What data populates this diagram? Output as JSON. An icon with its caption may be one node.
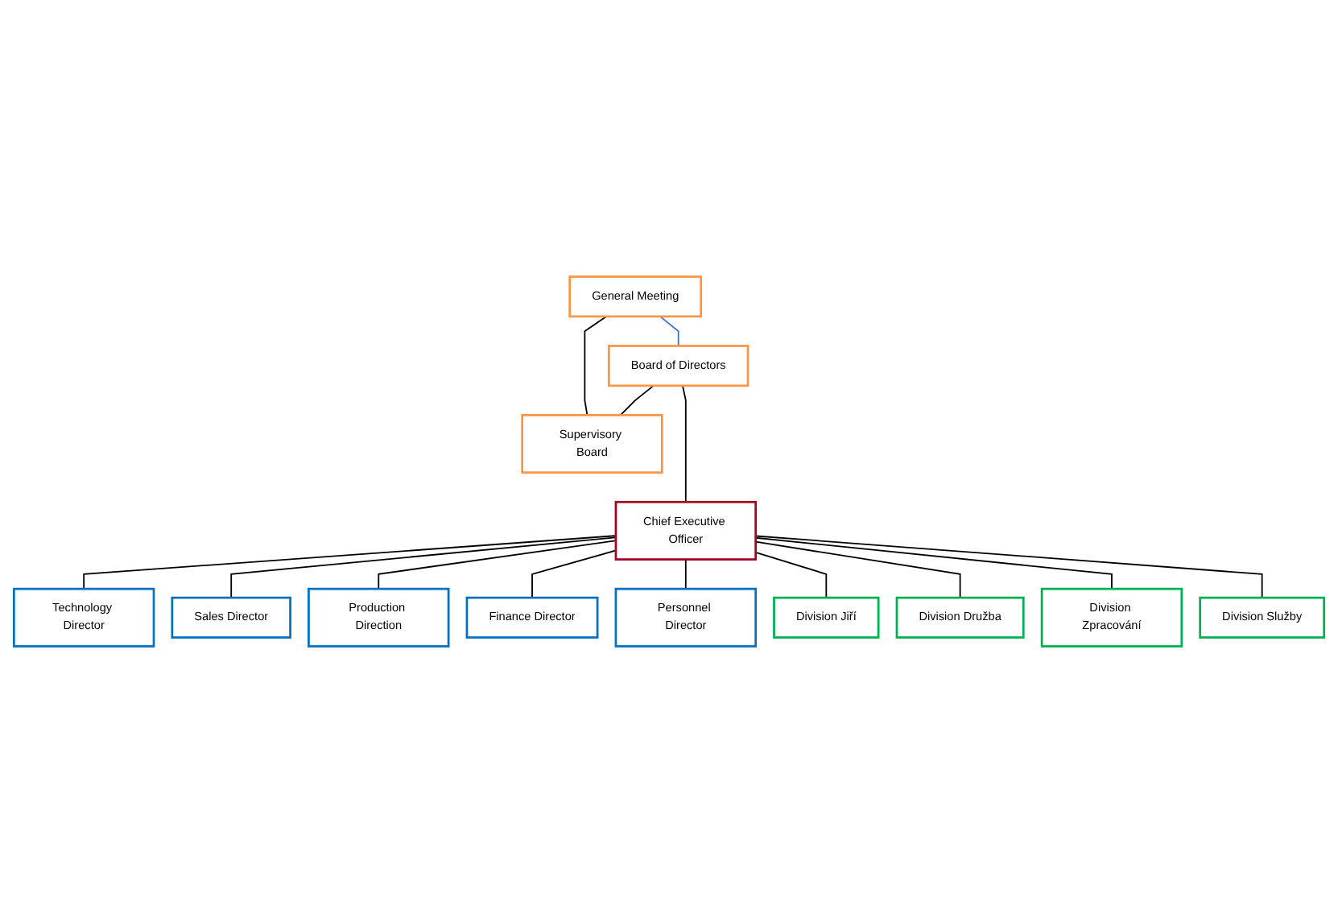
{
  "diagram": {
    "nodes": [
      {
        "text": [
          "General Meeting"
        ]
      },
      {
        "text": [
          "Supervisory Board"
        ]
      },
      {
        "text": [
          "Board of Directors"
        ]
      },
      {
        "text": [
          "Chief Executive Officer"
        ]
      },
      {
        "text": [
          "Technology Director"
        ]
      },
      {
        "text": [
          "Sales Director"
        ]
      },
      {
        "text": [
          "Production Direction"
        ]
      },
      {
        "text": [
          "Finance Director"
        ]
      },
      {
        "text": [
          "Personnel Director"
        ]
      },
      {
        "text": [
          "Division Jiří"
        ]
      },
      {
        "text": [
          "Division Družba"
        ]
      },
      {
        "text": [
          "Division Zpracování"
        ]
      },
      {
        "text": [
          "Division Služby"
        ]
      }
    ],
    "edges": [
      {
        "from": 0,
        "to": 1,
        "arrow": "none"
      },
      {
        "from": 2,
        "to": 1,
        "arrow": "none"
      },
      {
        "from": 0,
        "to": 2,
        "arrow": "none",
        "color": "#4472c4"
      },
      {
        "from": 2,
        "to": 3,
        "arrow": "none"
      },
      {
        "from": 3,
        "to": 4,
        "arrow": "none"
      },
      {
        "from": 3,
        "to": 5,
        "arrow": "none"
      },
      {
        "from": 3,
        "to": 6,
        "arrow": "none"
      },
      {
        "from": 3,
        "to": 7,
        "arrow": "none"
      },
      {
        "from": 3,
        "to": 8,
        "arrow": "none"
      },
      {
        "from": 3,
        "to": 9,
        "arrow": "none"
      },
      {
        "from": 3,
        "to": 10,
        "arrow": "none"
      },
      {
        "from": 3,
        "to": 11,
        "arrow": "none"
      },
      {
        "from": 3,
        "to": 12,
        "arrow": "none"
      }
    ]
  }
}
